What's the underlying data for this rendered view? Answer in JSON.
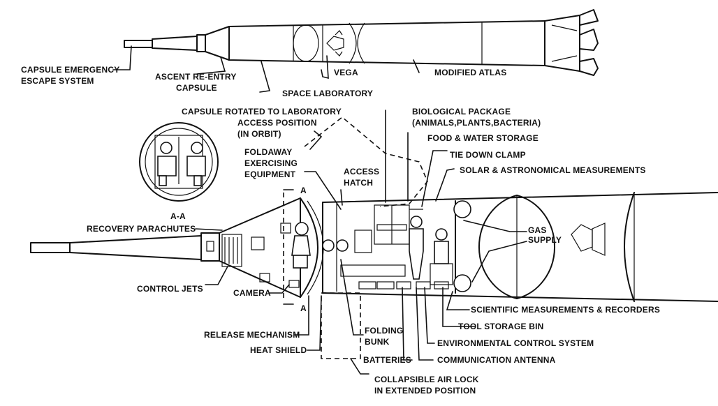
{
  "labels": {
    "capsule_emergency_escape": [
      "CAPSULE EMERGENCY",
      "ESCAPE SYSTEM"
    ],
    "ascent_reentry_capsule": [
      "ASCENT RE-ENTRY",
      "CAPSULE"
    ],
    "space_laboratory": "SPACE LABORATORY",
    "vega": "VEGA",
    "modified_atlas": "MODIFIED ATLAS",
    "capsule_rotated": [
      "CAPSULE ROTATED TO LABORATORY",
      "ACCESS POSITION",
      "(IN ORBIT)"
    ],
    "biological_package": [
      "BIOLOGICAL PACKAGE",
      "(ANIMALS,PLANTS,BACTERIA)"
    ],
    "food_water_storage": "FOOD & WATER STORAGE",
    "tie_down_clamp": "TIE DOWN CLAMP",
    "solar_astronomical": "SOLAR & ASTRONOMICAL MEASUREMENTS",
    "foldaway_exercising": [
      "FOLDAWAY",
      "EXERCISING",
      "EQUIPMENT"
    ],
    "access_hatch": [
      "ACCESS",
      "HATCH"
    ],
    "section_a": "A",
    "section_aa": "A-A",
    "recovery_parachutes": "RECOVERY PARACHUTES",
    "gas_supply": [
      "GAS",
      "SUPPLY"
    ],
    "control_jets": "CONTROL JETS",
    "camera": "CAMERA",
    "scientific_measurements": "SCIENTIFIC MEASUREMENTS & RECORDERS",
    "release_mechanism": "RELEASE MECHANISM",
    "folding_bunk": [
      "FOLDING",
      "BUNK"
    ],
    "tool_storage_bin": "TOOL STORAGE BIN",
    "heat_shield": "HEAT SHIELD",
    "environmental_control": "ENVIRONMENTAL CONTROL SYSTEM",
    "batteries": "BATTERIES",
    "communication_antenna": "COMMUNICATION ANTENNA",
    "collapsible_air_lock": [
      "COLLAPSIBLE AIR LOCK",
      "IN EXTENDED POSITION"
    ]
  }
}
